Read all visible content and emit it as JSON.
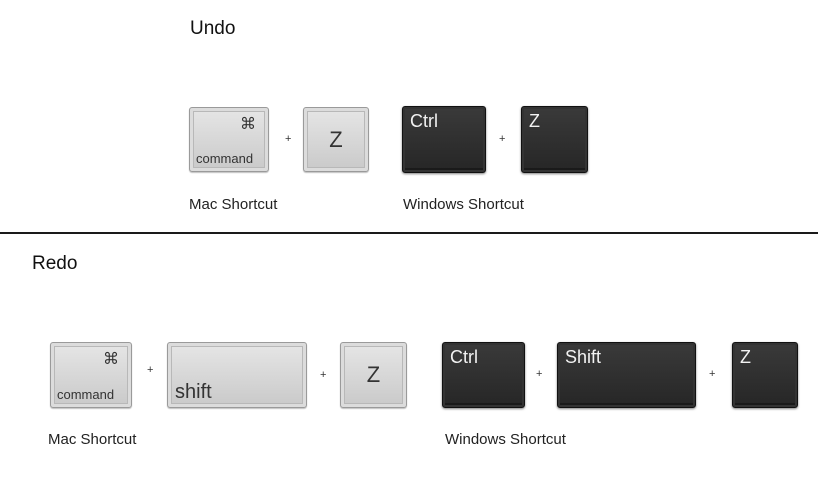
{
  "undo": {
    "heading": "Undo",
    "mac": {
      "command_glyph": "⌘",
      "command_label": "command",
      "plus": "+",
      "z_label": "Z",
      "caption": "Mac Shortcut"
    },
    "windows": {
      "ctrl_label": "Ctrl",
      "plus": "+",
      "z_label": "Z",
      "caption": "Windows Shortcut"
    }
  },
  "redo": {
    "heading": "Redo",
    "mac": {
      "command_glyph": "⌘",
      "command_label": "command",
      "plus1": "+",
      "shift_label": "shift",
      "plus2": "+",
      "z_label": "Z",
      "caption": "Mac Shortcut"
    },
    "windows": {
      "ctrl_label": "Ctrl",
      "plus1": "+",
      "shift_label": "Shift",
      "plus2": "+",
      "z_label": "Z",
      "caption": "Windows Shortcut"
    }
  },
  "colors": {
    "mac_key": "#d4d4d4",
    "windows_key": "#2e2e2e",
    "divider": "#1a1a1a"
  }
}
